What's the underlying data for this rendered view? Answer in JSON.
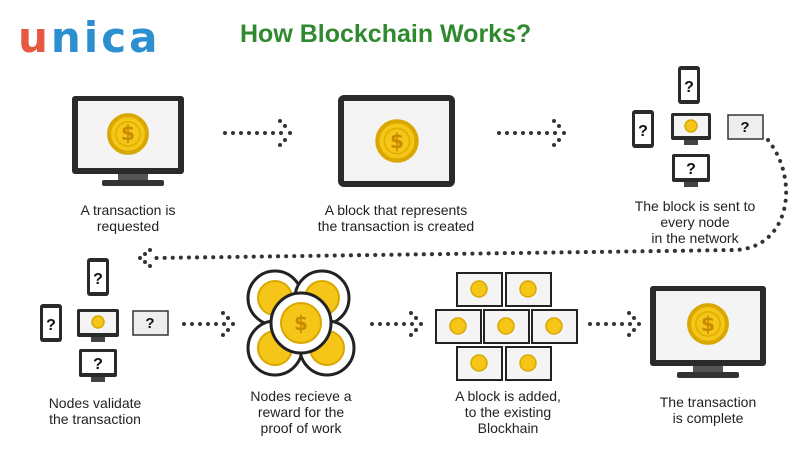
{
  "logo": {
    "text_part1": "u",
    "text_part2": "nica"
  },
  "title": "How Blockchain Works?",
  "steps": [
    {
      "line1": "A transaction is",
      "line2": "requested"
    },
    {
      "line1": "A block that represents",
      "line2": "the transaction is created"
    },
    {
      "line1": "The block is sent to",
      "line2": "every node",
      "line3": "in the network"
    },
    {
      "line1": "Nodes validate",
      "line2": "the transaction"
    },
    {
      "line1": "Nodes recieve a",
      "line2": "reward for the",
      "line3": "proof of work"
    },
    {
      "line1": "A block is added,",
      "line2": "to the existing",
      "line3": "Blockhain"
    },
    {
      "line1": "The transaction",
      "line2": "is complete"
    }
  ],
  "symbols": {
    "coin": "$",
    "unknown": "?"
  },
  "colors": {
    "title_green": "#2f8a2f",
    "logo_red": "#e8573f",
    "logo_blue": "#2b8fd0",
    "coin_gold": "#f5c518",
    "coin_edge": "#d9a800"
  }
}
